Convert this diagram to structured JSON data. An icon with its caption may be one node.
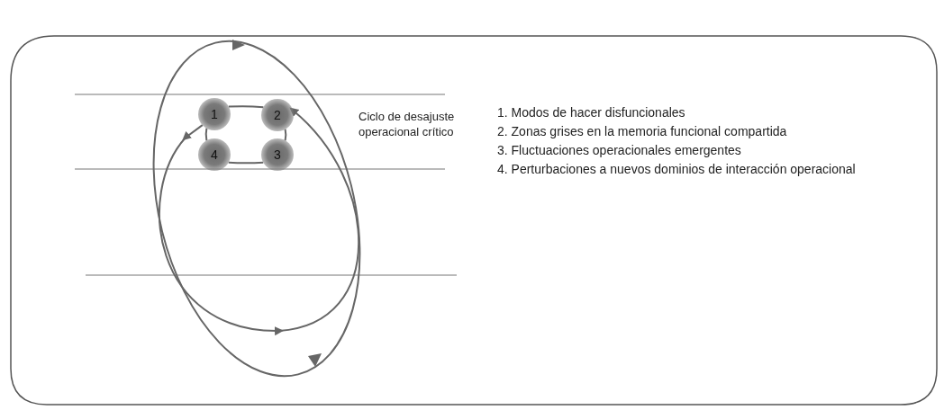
{
  "diagram": {
    "nodes": [
      {
        "text": [
          "1"
        ]
      },
      {
        "text": [
          "2"
        ]
      },
      {
        "text": [
          "3"
        ]
      },
      {
        "text": [
          "4"
        ]
      }
    ],
    "edges": [
      {
        "from": 0,
        "to": 1,
        "arrow": "none"
      },
      {
        "from": 1,
        "to": 2,
        "arrow": "none"
      },
      {
        "from": 2,
        "to": 3,
        "arrow": "none"
      },
      {
        "from": 3,
        "to": 0,
        "arrow": "none"
      },
      {
        "from": 0,
        "to": 1,
        "arrow": "to"
      }
    ],
    "labels": [
      "Ciclo de desajuste operacional crítico",
      "1. Modos de hacer disfuncionales",
      "2. Zonas grises en la memoria funcional compartida",
      "3.  Fluctuaciones operacionales emergentes",
      "4. Perturbaciones a nuevos dominios de interacción operacional"
    ]
  }
}
